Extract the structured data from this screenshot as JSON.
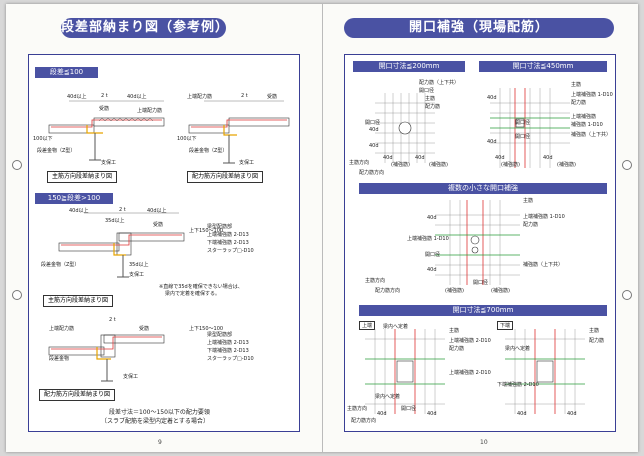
{
  "left": {
    "title": "段差部納まり図（参考例）",
    "page_number": "9",
    "section1": {
      "label": "段差≦100",
      "cap_main": "主筋方向段差納まり図",
      "cap_dist": "配力筋方向段差納まり図",
      "texts": [
        "40d以上",
        "2 t",
        "40d以上",
        "受筋",
        "上端配力筋",
        "上端配力筋",
        "2 t",
        "受筋",
        "100以下",
        "段差金物（Z型）",
        "段差金物（Z型）",
        "支保工",
        "支保工",
        "100以下"
      ]
    },
    "section2": {
      "label": "150≧段差>100",
      "cap": "主筋方向段差納まり図",
      "texts": [
        "40d以上",
        "2 t",
        "40d以上",
        "受筋",
        "段差金物（Z型）",
        "支保工",
        "35d以上",
        "35d以上",
        "上下150～100",
        "梁型配筋部",
        "上端補強筋 2-D13",
        "下端補強筋 2-D13",
        "スターラップ□-D10",
        "※直線で35dを確保できない場合は、",
        "梁内で定着を確保する。"
      ]
    },
    "section3": {
      "cap": "配力筋方向段差納まり図",
      "texts": [
        "2 t",
        "受筋",
        "上端配力筋",
        "支保工",
        "段差金物",
        "上下150～100",
        "梁型配筋部",
        "上端補強筋 2-D13",
        "下端補強筋 2-D13",
        "スターラップ□-D10"
      ]
    },
    "note1": "段差寸法＝100～150以下の配力要領",
    "note2": "〔スラブ配筋を梁型内定着とする場合〕"
  },
  "right": {
    "title": "開口補強（現場配筋）",
    "page_number": "10",
    "sec_a": {
      "label": "開口寸法≦200mm",
      "texts": [
        "配力筋（上下共）",
        "開口径",
        "主筋",
        "配力筋",
        "開口径",
        "40d",
        "40d",
        "40d",
        "40d",
        "(補強筋)",
        "(補強筋)",
        "主筋方向",
        "配力筋方向"
      ]
    },
    "sec_b": {
      "label": "開口寸法≦450mm",
      "texts": [
        "主筋",
        "上端補強筋 1-D10",
        "配力筋",
        "上端補強筋",
        "補強筋 1-D10",
        "開口径",
        "開口径",
        "40d",
        "40d",
        "40d",
        "40d",
        "補強筋（上下共）",
        "(補強筋)",
        "(補強筋)"
      ]
    },
    "sec_c": {
      "label": "複数の小さな開口補強",
      "texts": [
        "主筋",
        "上端補強筋 1-D10",
        "配力筋",
        "上端補強筋 1-D10",
        "補強筋（上下共）",
        "開口径",
        "開口径",
        "40d",
        "40d",
        "(補強筋)",
        "(補強筋)",
        "主筋方向",
        "配力筋方向"
      ]
    },
    "sec_d": {
      "label": "開口寸法≦700mm",
      "tag_top": "上端",
      "tag_bot": "下端",
      "texts": [
        "梁内へ定着",
        "主筋",
        "上端補強筋 2-D10",
        "配力筋",
        "上端補強筋 2-D10",
        "梁内へ定着",
        "主筋",
        "配力筋",
        "下端補強筋 2-D10",
        "梁内へ定着",
        "開口径",
        "40d",
        "40d",
        "40d",
        "40d",
        "主筋方向",
        "配力筋方向"
      ]
    }
  }
}
